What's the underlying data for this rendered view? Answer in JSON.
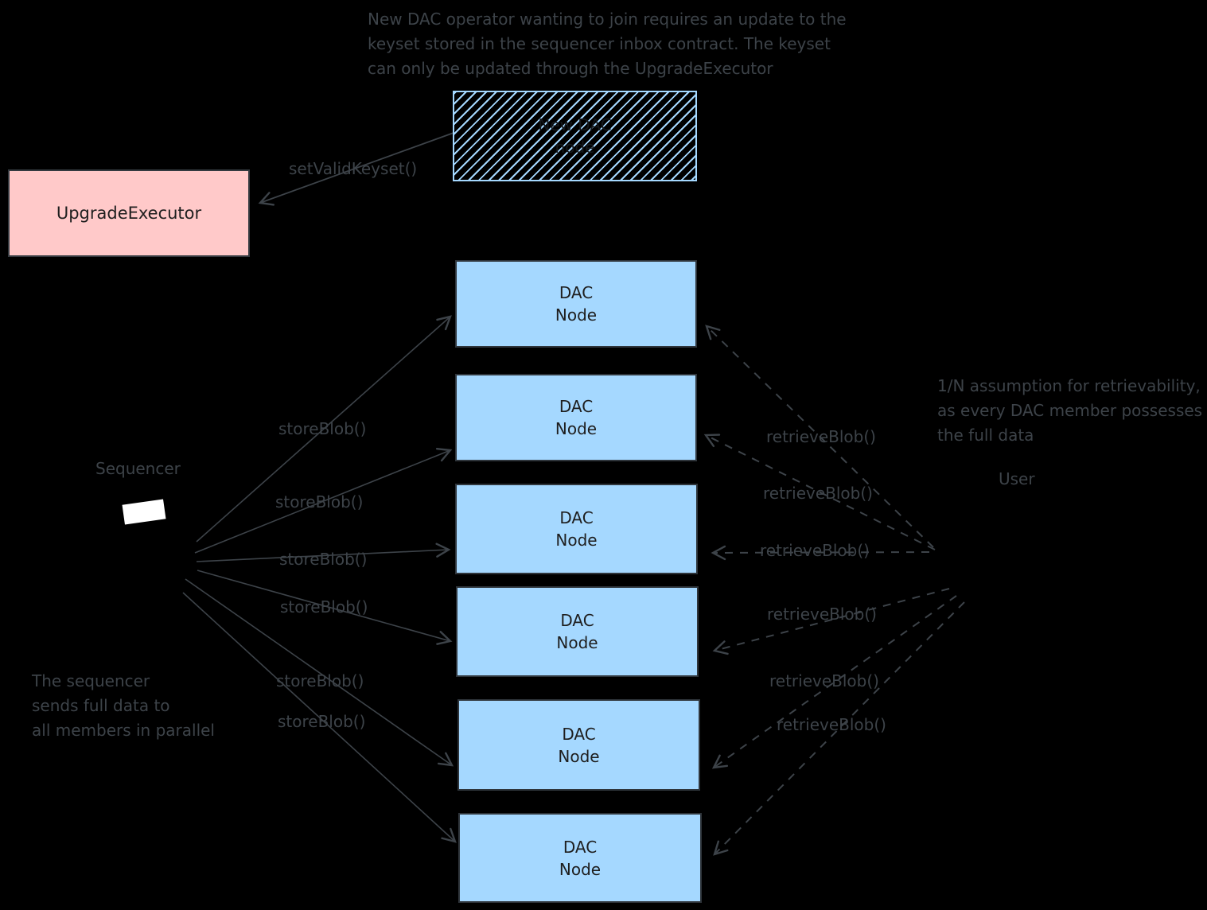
{
  "colors": {
    "background": "#000000",
    "dac_node_fill": "#a5d8ff",
    "new_dac_node_hatch": "#a5d8ff",
    "upgrade_executor_fill": "#ffc9c9",
    "annotation_text": "#3d4349",
    "box_text": "#1e1e1e"
  },
  "notes": {
    "top": {
      "lines": [
        "New DAC operator wanting to join requires an update to the",
        "keyset stored in the sequencer inbox contract. The keyset",
        "can only be updated through the UpgradeExecutor"
      ]
    },
    "retrievability": {
      "lines": [
        "1/N assumption for retrievability,",
        "as every DAC member possesses",
        "the full data"
      ]
    },
    "sequencer_parallel": {
      "lines": [
        "The sequencer",
        "sends full data to",
        "all members in parallel"
      ]
    }
  },
  "actors": {
    "sequencer": {
      "label": "Sequencer"
    },
    "user": {
      "label": "User"
    }
  },
  "boxes": {
    "upgrade_executor": {
      "label": "UpgradeExecutor"
    },
    "new_dac_node": {
      "lines": [
        "New DAC",
        "node"
      ]
    },
    "dac_nodes": [
      {
        "lines": [
          "DAC",
          "Node"
        ]
      },
      {
        "lines": [
          "DAC",
          "Node"
        ]
      },
      {
        "lines": [
          "DAC",
          "Node"
        ]
      },
      {
        "lines": [
          "DAC",
          "Node"
        ]
      },
      {
        "lines": [
          "DAC",
          "Node"
        ]
      },
      {
        "lines": [
          "DAC",
          "Node"
        ]
      }
    ]
  },
  "edges": {
    "set_valid_keyset": {
      "label": "setValidKeyset()"
    },
    "store_blob_calls": [
      {
        "label": "storeBlob()"
      },
      {
        "label": "storeBlob()"
      },
      {
        "label": "storeBlob()"
      },
      {
        "label": "storeBlob()"
      },
      {
        "label": "storeBlob()"
      },
      {
        "label": "storeBlob()"
      }
    ],
    "retrieve_blob_calls": [
      {
        "label": "retrieveBlob()"
      },
      {
        "label": "retrieveBlob()"
      },
      {
        "label": "retrieveBlob()"
      },
      {
        "label": "retrieveBlob()"
      },
      {
        "label": "retrieveBlob()"
      },
      {
        "label": "retrieveBlob()"
      }
    ]
  }
}
